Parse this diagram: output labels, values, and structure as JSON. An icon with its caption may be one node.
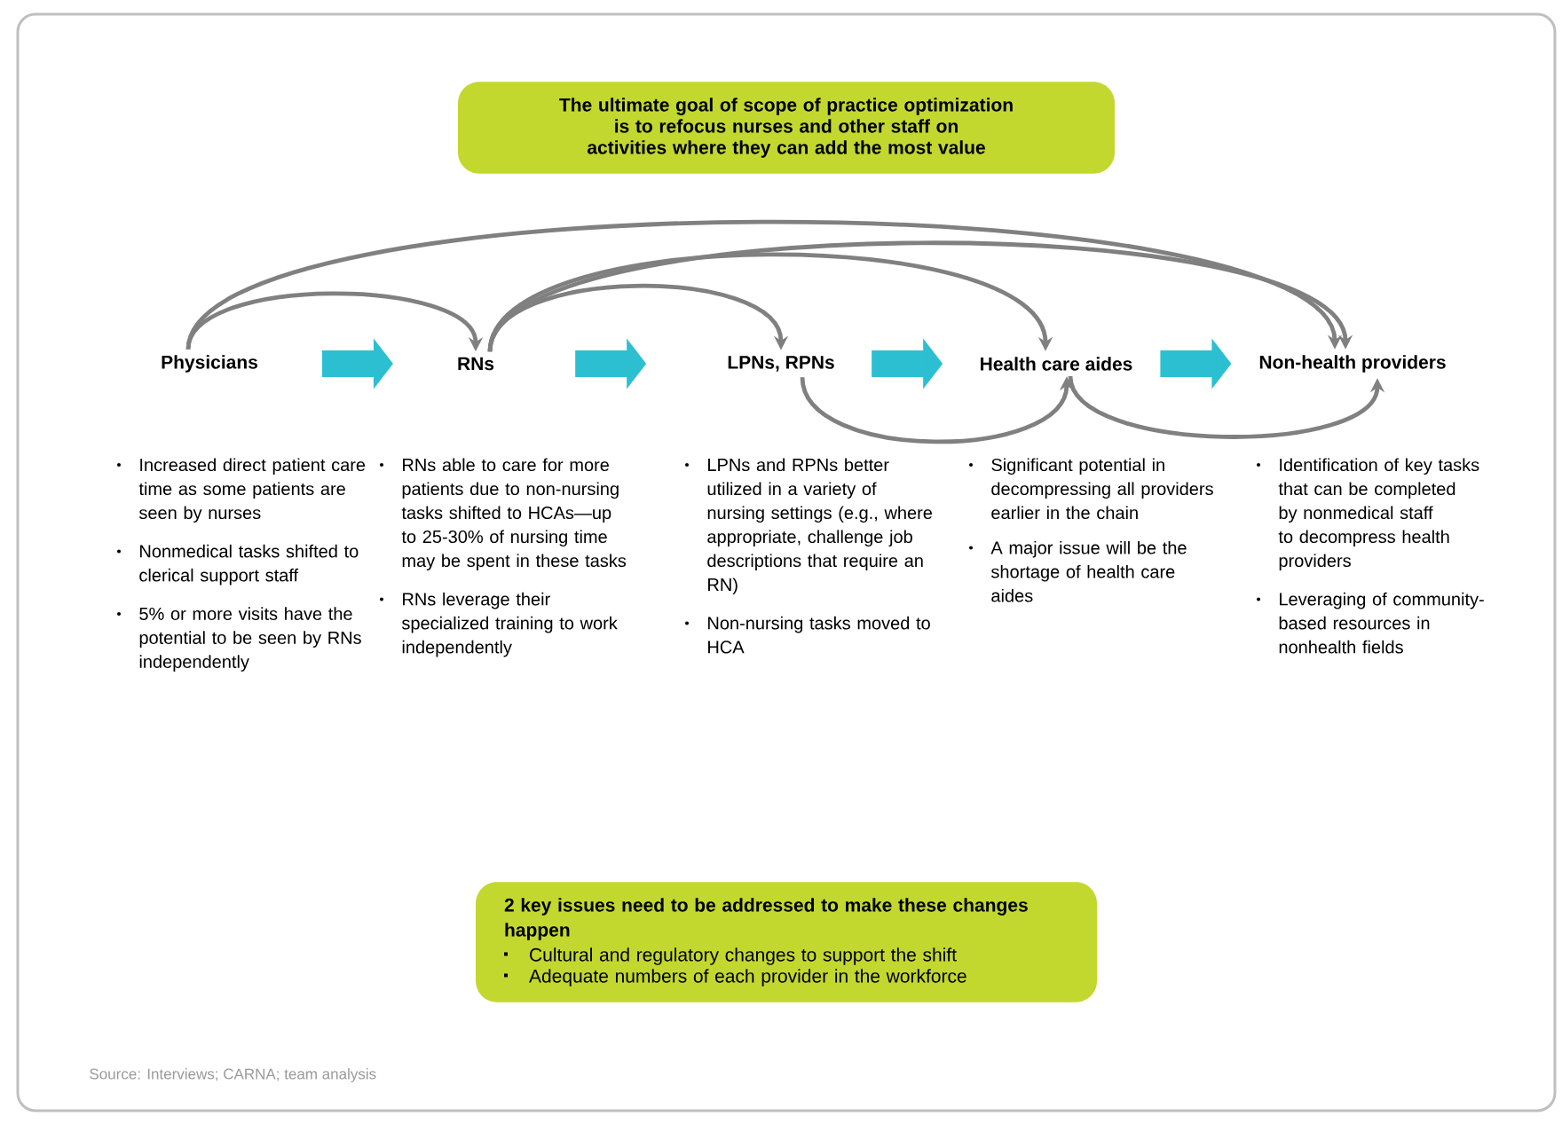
{
  "diagram": {
    "nodes": [
      {
        "text": [
          "The ultimate goal of scope of practice optimization is to refocus nurses and other staff on activities where they can add the most value"
        ]
      },
      {
        "text": [
          "Physicians"
        ]
      },
      {
        "text": [
          "RNs"
        ]
      },
      {
        "text": [
          "LPNs, RPNs"
        ]
      },
      {
        "text": [
          "Health care aides"
        ]
      },
      {
        "text": [
          "Non-health providers"
        ]
      },
      {
        "text": [
          "2 key issues need to be addressed to make these changes happen",
          "Cultural and regulatory changes to support the shift",
          "Adequate numbers of each provider in the workforce"
        ]
      }
    ],
    "edges": [
      {
        "from": 1,
        "to": 2,
        "arrow": "to",
        "style": "thick",
        "color": "#2bbfd1"
      },
      {
        "from": 2,
        "to": 3,
        "arrow": "to",
        "style": "thick",
        "color": "#2bbfd1"
      },
      {
        "from": 3,
        "to": 4,
        "arrow": "to",
        "style": "thick",
        "color": "#2bbfd1"
      },
      {
        "from": 4,
        "to": 5,
        "arrow": "to",
        "style": "thick",
        "color": "#2bbfd1"
      },
      {
        "from": 1,
        "to": 2,
        "arrow": "to"
      },
      {
        "from": 1,
        "to": 5,
        "arrow": "to"
      },
      {
        "from": 2,
        "to": 3,
        "arrow": "to"
      },
      {
        "from": 2,
        "to": 4,
        "arrow": "to"
      },
      {
        "from": 2,
        "to": 5,
        "arrow": "to"
      },
      {
        "from": 3,
        "to": 4,
        "arrow": "to"
      },
      {
        "from": 4,
        "to": 5,
        "arrow": "to"
      }
    ],
    "labels": [
      "Increased direct patient care time as some patients are seen by nurses",
      "Nonmedical tasks shifted to clerical support staff",
      "5% or more visits have the potential to be seen by RNs independently",
      "RNs able to care for more patients due to non-nursing tasks shifted to HCAs—up to 25-30% of nursing time may be spent in these tasks",
      "RNs leverage their specialized training to work independently",
      "LPNs and RPNs better utilized in a variety of nursing settings (e.g., where appropriate, challenge job descriptions that require an RN)",
      "Non-nursing tasks moved to HCA",
      "Significant potential in decompressing all providers earlier in the chain",
      "A major issue will be the shortage of health care aides",
      "Identification of key tasks that can be completed by nonmedical staff to decompress health providers",
      "Leveraging of community-based resources in nonhealth fields",
      "Source: Interviews; CARNA; team analysis"
    ]
  }
}
